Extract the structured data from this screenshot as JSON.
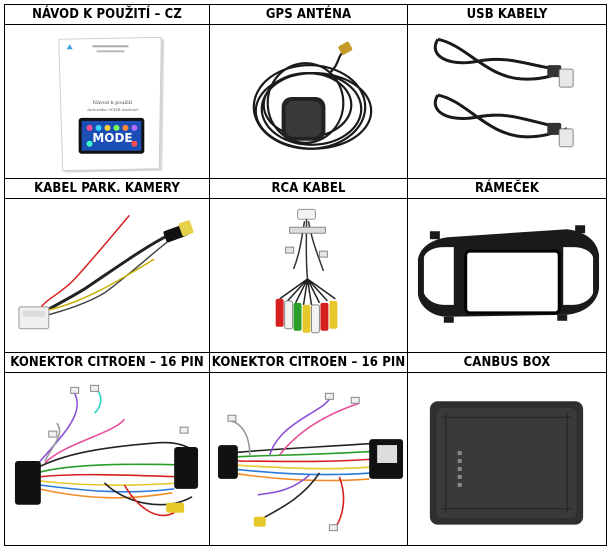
{
  "cells": [
    {
      "title": "NÁVOD K POUŽITÍ – CZ",
      "icon": "manual-booklet-icon"
    },
    {
      "title": "GPS ANTÉNA",
      "icon": "gps-antenna-icon"
    },
    {
      "title": "USB KABELY",
      "icon": "usb-cables-icon"
    },
    {
      "title": "KABEL PARK. KAMERY",
      "icon": "parking-camera-cable-icon"
    },
    {
      "title": "RCA KABEL",
      "icon": "rca-cable-icon"
    },
    {
      "title": "RÁMEČEK",
      "icon": "dashboard-frame-icon"
    },
    {
      "title": "KONEKTOR CITROEN – 16 PIN",
      "icon": "wiring-harness-icon"
    },
    {
      "title": "KONEKTOR CITROEN – 16 PIN",
      "icon": "wiring-harness-icon"
    },
    {
      "title": "CANBUS BOX",
      "icon": "canbus-box-icon"
    }
  ],
  "manual": {
    "brand": "MODE",
    "line1": "Návod k použití",
    "line2": "Autorádio 9GHR Android"
  }
}
